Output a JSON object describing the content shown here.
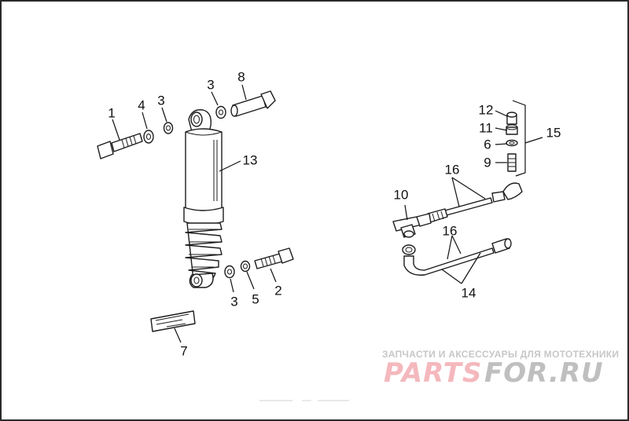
{
  "diagram": {
    "callouts": [
      {
        "id": "c1",
        "label": "1"
      },
      {
        "id": "c4",
        "label": "4"
      },
      {
        "id": "c3a",
        "label": "3"
      },
      {
        "id": "c3b",
        "label": "3"
      },
      {
        "id": "c8",
        "label": "8"
      },
      {
        "id": "c13",
        "label": "13"
      },
      {
        "id": "c3c",
        "label": "3"
      },
      {
        "id": "c5",
        "label": "5"
      },
      {
        "id": "c2",
        "label": "2"
      },
      {
        "id": "c7",
        "label": "7"
      },
      {
        "id": "c12",
        "label": "12"
      },
      {
        "id": "c11",
        "label": "11"
      },
      {
        "id": "c6",
        "label": "6"
      },
      {
        "id": "c9",
        "label": "9"
      },
      {
        "id": "c15",
        "label": "15"
      },
      {
        "id": "c16a",
        "label": "16"
      },
      {
        "id": "c10",
        "label": "10"
      },
      {
        "id": "c16b",
        "label": "16"
      },
      {
        "id": "c14",
        "label": "14"
      }
    ]
  },
  "watermark": {
    "caption": "ЗАПЧАСТИ И АКСЕССУАРЫ ДЛЯ МОТОТЕХНИКИ",
    "logo_left": "PARTS",
    "logo_right": "FOR.RU",
    "logo_left_color": "#f4b8bd",
    "logo_right_color": "#bfbfbf"
  },
  "colors": {
    "line": "#1c1c1c",
    "frame": "#2a2a2a"
  }
}
